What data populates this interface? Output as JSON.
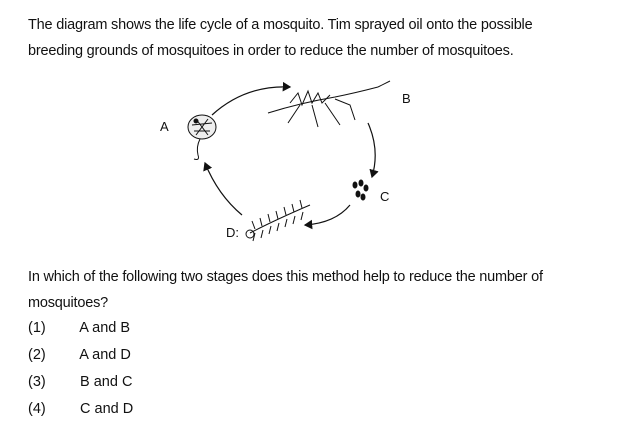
{
  "intro": {
    "line1": "The diagram shows the life cycle of a mosquito. Tim sprayed oil onto the possible",
    "line2": "breeding grounds of mosquitoes in order to reduce the number of mosquitoes."
  },
  "diagram": {
    "label_a": "A",
    "label_b": "B",
    "label_c": "C",
    "label_d": "D:"
  },
  "question": {
    "line1": "In which of the following two stages does this method help to reduce the number of",
    "line2": "mosquitoes?"
  },
  "options": [
    {
      "num": "(1)",
      "text": "A and B"
    },
    {
      "num": "(2)",
      "text": "A and D"
    },
    {
      "num": "(3)",
      "text": "B and C"
    },
    {
      "num": "(4)",
      "text": "C and D"
    }
  ]
}
